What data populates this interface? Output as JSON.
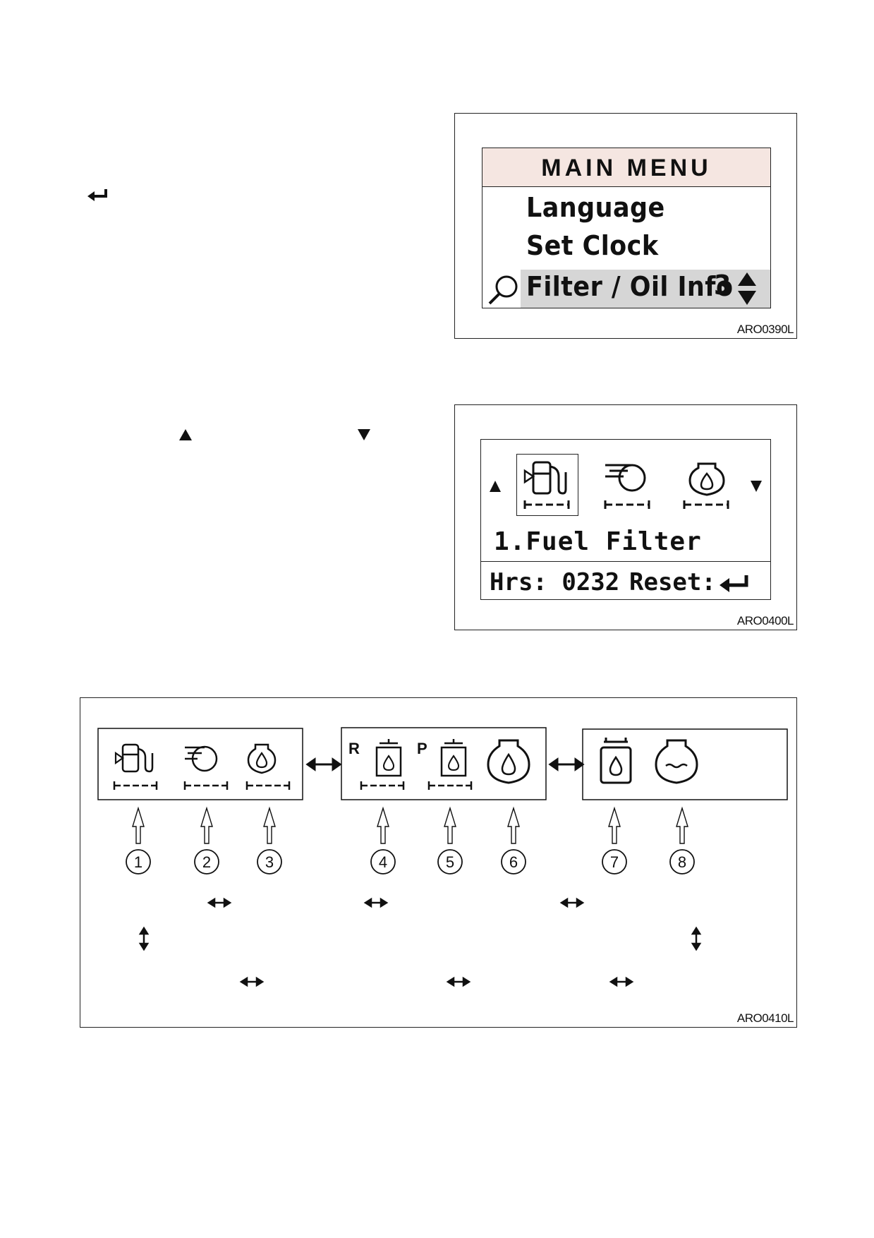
{
  "figures": {
    "main_menu": {
      "code": "ARO0390L",
      "title": "MAIN MENU",
      "items": [
        "Language",
        "Set Clock",
        "Filter / Oil Info"
      ],
      "selected_index": 2,
      "selected_number": "3",
      "icons": [
        "magnifier-icon",
        "up-down-arrow-icon"
      ]
    },
    "filter_screen": {
      "code": "ARO0400L",
      "item_label": "1.Fuel Filter",
      "hours_label": "Hrs: 0232",
      "reset_label": "Reset:",
      "icons": [
        "fuel-filter-icon",
        "air-filter-icon",
        "engine-oil-filter-icon",
        "enter-icon",
        "up-arrow-icon",
        "down-arrow-icon"
      ]
    },
    "filter_sequence": {
      "code": "ARO0410L",
      "callouts": [
        "1",
        "2",
        "3",
        "4",
        "5",
        "6",
        "7",
        "8"
      ],
      "panel_letters": [
        "R",
        "P"
      ]
    }
  },
  "text_glyphs": {
    "enter": "↵",
    "up": "▲",
    "down": "▼"
  }
}
